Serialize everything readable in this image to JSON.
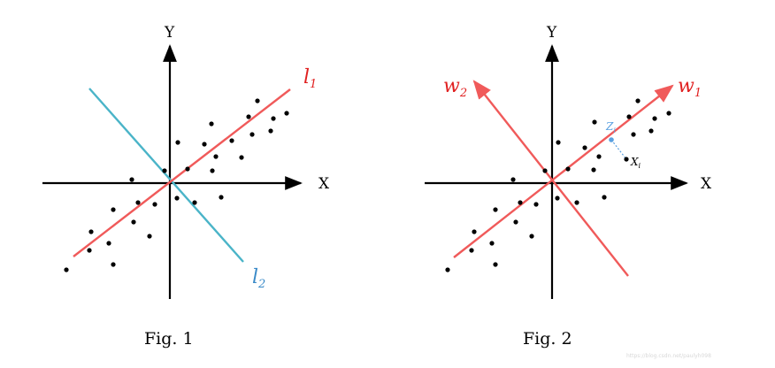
{
  "colors": {
    "axis": "#000000",
    "red_line": "#f05a5a",
    "blue_line": "#4ab4c8",
    "point": "#000000",
    "z_point": "#5aa0e0",
    "l2_label": "#3a8ac8",
    "red_label": "#e02020"
  },
  "fig1": {
    "caption": "Fig. 1",
    "x_label": "X",
    "y_label": "Y",
    "l1_label": {
      "base": "l",
      "sub": "1"
    },
    "l2_label": {
      "base": "l",
      "sub": "2"
    }
  },
  "fig2": {
    "caption": "Fig. 2",
    "x_label": "X",
    "y_label": "Y",
    "w1_label": {
      "base": "w",
      "sub": "1"
    },
    "w2_label": {
      "base": "w",
      "sub": "2"
    },
    "z_label": {
      "base": "Z",
      "sub": "i"
    },
    "x_point_label": {
      "base": "X",
      "sub": "i"
    }
  },
  "watermark": "https://blog.csdn.net/paulyh098"
}
